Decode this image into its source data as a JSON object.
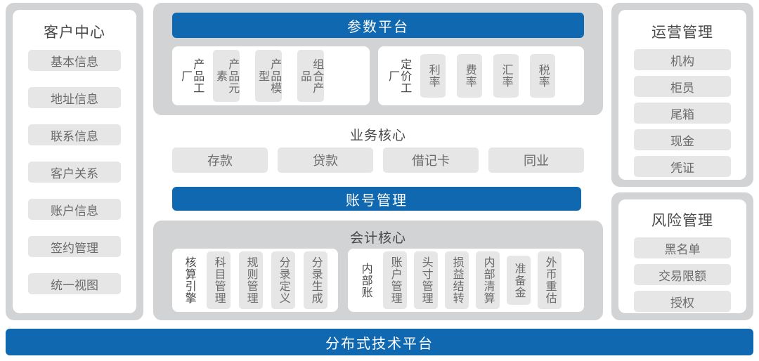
{
  "meta": {
    "colors": {
      "accent_blue": "#1069b0",
      "frame_gray": "#d2d3d5",
      "chip_gray": "#e6e6e6",
      "card_white": "#ffffff",
      "text_gray": "#6b6b6b",
      "title_gray": "#4a4a4a"
    }
  },
  "left_panel": {
    "title": "客户中心",
    "items": [
      {
        "label": "基本信息"
      },
      {
        "label": "地址信息"
      },
      {
        "label": "联系信息"
      },
      {
        "label": "客户关系"
      },
      {
        "label": "账户信息"
      },
      {
        "label": "签约管理"
      },
      {
        "label": "统一视图"
      }
    ]
  },
  "center": {
    "parameter_platform": {
      "title": "参数平台",
      "groups": [
        {
          "label": "产品工厂",
          "items": [
            {
              "label": "产品元素"
            },
            {
              "label": "产品模型"
            },
            {
              "label": "组合产品"
            }
          ]
        },
        {
          "label": "定价工厂",
          "items": [
            {
              "label": "利率"
            },
            {
              "label": "费率"
            },
            {
              "label": "汇率"
            },
            {
              "label": "税率"
            }
          ]
        }
      ]
    },
    "business_core": {
      "title": "业务核心",
      "items": [
        {
          "label": "存款"
        },
        {
          "label": "贷款"
        },
        {
          "label": "借记卡"
        },
        {
          "label": "同业"
        }
      ]
    },
    "account_management": {
      "title": "账号管理"
    },
    "accounting_core": {
      "title": "会计核心",
      "groups": [
        {
          "label": "核算引擎",
          "items": [
            {
              "label": "科目管理"
            },
            {
              "label": "规则管理"
            },
            {
              "label": "分录定义"
            },
            {
              "label": "分录生成"
            }
          ]
        },
        {
          "label": "内部账",
          "items": [
            {
              "label": "账户管理"
            },
            {
              "label": "头寸管理"
            },
            {
              "label": "损益结转"
            },
            {
              "label": "内部清算"
            },
            {
              "label": "准备金"
            },
            {
              "label": "外币重估"
            }
          ]
        }
      ]
    }
  },
  "right_panel": {
    "operations": {
      "title": "运营管理",
      "items": [
        {
          "label": "机构"
        },
        {
          "label": "柜员"
        },
        {
          "label": "尾箱"
        },
        {
          "label": "现金"
        },
        {
          "label": "凭证"
        }
      ]
    },
    "risk": {
      "title": "风险管理",
      "items": [
        {
          "label": "黑名单"
        },
        {
          "label": "交易限额"
        },
        {
          "label": "授权"
        }
      ]
    }
  },
  "footer": {
    "title": "分布式技术平台"
  }
}
